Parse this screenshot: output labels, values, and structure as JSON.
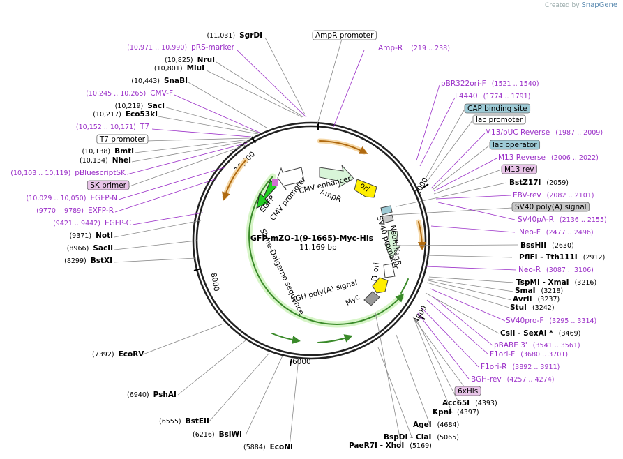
{
  "header": {
    "created_by": "Created by",
    "brand": "SnapGene"
  },
  "plasmid": {
    "name": "GFP-mZO-1(9-1665)-Myc-His",
    "length": "11,169 bp"
  },
  "ticks": [
    "2000",
    "4000",
    "6000",
    "8000",
    "10,000"
  ],
  "features": [
    "AmpR promoter",
    "AmpR",
    "ori",
    "CMV enhancer",
    "CMV promoter",
    "EGFP",
    "Shine-Dalgarno sequence",
    "bGH poly(A) signal",
    "Myc",
    "f1 ori",
    "SV40 promoter",
    "NeoR/KanR"
  ],
  "left_labels": [
    {
      "pos": "(11,031)",
      "name": "SgrDI",
      "kind": "enzyme"
    },
    {
      "pos": "(10,971 .. 10,990)",
      "name": "pRS-marker",
      "kind": "primer"
    },
    {
      "pos": "(10,825)",
      "name": "NruI",
      "kind": "enzyme"
    },
    {
      "pos": "(10,801)",
      "name": "MluI",
      "kind": "enzyme"
    },
    {
      "pos": "(10,443)",
      "name": "SnaBI",
      "kind": "enzyme"
    },
    {
      "pos": "(10,245 .. 10,265)",
      "name": "CMV-F",
      "kind": "primer"
    },
    {
      "pos": "(10,219)",
      "name": "SacI",
      "kind": "enzyme"
    },
    {
      "pos": "(10,217)",
      "name": "Eco53kI",
      "kind": "enzyme"
    },
    {
      "pos": "(10,152 .. 10,171)",
      "name": "T7",
      "kind": "primer"
    },
    {
      "pos": "",
      "name": "T7 promoter",
      "kind": "box-white"
    },
    {
      "pos": "(10,138)",
      "name": "BmtI",
      "kind": "enzyme"
    },
    {
      "pos": "(10,134)",
      "name": "NheI",
      "kind": "enzyme"
    },
    {
      "pos": "(10,103 .. 10,119)",
      "name": "pBluescriptSK",
      "kind": "primer"
    },
    {
      "pos": "",
      "name": "SK primer",
      "kind": "box-pink"
    },
    {
      "pos": "(10,029 .. 10,050)",
      "name": "EGFP-N",
      "kind": "primer"
    },
    {
      "pos": "(9770 .. 9789)",
      "name": "EXFP-R",
      "kind": "primer"
    },
    {
      "pos": "(9421 .. 9442)",
      "name": "EGFP-C",
      "kind": "primer"
    },
    {
      "pos": "(9371)",
      "name": "NotI",
      "kind": "enzyme"
    },
    {
      "pos": "(8966)",
      "name": "SacII",
      "kind": "enzyme"
    },
    {
      "pos": "(8299)",
      "name": "BstXI",
      "kind": "enzyme"
    }
  ],
  "right_labels": [
    {
      "name": "pBR322ori-F",
      "pos": "(1521 .. 1540)",
      "kind": "primer"
    },
    {
      "name": "L4440",
      "pos": "(1774 .. 1791)",
      "kind": "primer"
    },
    {
      "name": "CAP binding site",
      "pos": "",
      "kind": "box-teal"
    },
    {
      "name": "lac promoter",
      "pos": "",
      "kind": "box-white"
    },
    {
      "name": "M13/pUC Reverse",
      "pos": "(1987 .. 2009)",
      "kind": "primer"
    },
    {
      "name": "lac operator",
      "pos": "",
      "kind": "box-teal"
    },
    {
      "name": "M13 Reverse",
      "pos": "(2006 .. 2022)",
      "kind": "primer"
    },
    {
      "name": "M13 rev",
      "pos": "",
      "kind": "box-pink"
    },
    {
      "name": "BstZ17I",
      "pos": "(2059)",
      "kind": "enzyme"
    },
    {
      "name": "EBV-rev",
      "pos": "(2082 .. 2101)",
      "kind": "primer"
    },
    {
      "name": "SV40 poly(A) signal",
      "pos": "",
      "kind": "box-gray"
    },
    {
      "name": "SV40pA-R",
      "pos": "(2136 .. 2155)",
      "kind": "primer"
    },
    {
      "name": "Neo-F",
      "pos": "(2477 .. 2496)",
      "kind": "primer"
    },
    {
      "name": "BssHII",
      "pos": "(2630)",
      "kind": "enzyme"
    },
    {
      "name": "PflFI  - Tth111I",
      "pos": "(2912)",
      "kind": "enzyme"
    },
    {
      "name": "Neo-R",
      "pos": "(3087 .. 3106)",
      "kind": "primer"
    },
    {
      "name": "TspMI  - XmaI",
      "pos": "(3216)",
      "kind": "enzyme"
    },
    {
      "name": "SmaI",
      "pos": "(3218)",
      "kind": "enzyme"
    },
    {
      "name": "AvrII",
      "pos": "(3237)",
      "kind": "enzyme"
    },
    {
      "name": "StuI",
      "pos": "(3242)",
      "kind": "enzyme"
    },
    {
      "name": "SV40pro-F",
      "pos": "(3295 .. 3314)",
      "kind": "primer"
    },
    {
      "name": "CsiI  - SexAI *",
      "pos": "(3469)",
      "kind": "enzyme"
    },
    {
      "name": "pBABE 3'",
      "pos": "(3541 .. 3561)",
      "kind": "primer"
    },
    {
      "name": "F1ori-F",
      "pos": "(3680 .. 3701)",
      "kind": "primer"
    },
    {
      "name": "F1ori-R",
      "pos": "(3892 .. 3911)",
      "kind": "primer"
    },
    {
      "name": "BGH-rev",
      "pos": "(4257 .. 4274)",
      "kind": "primer"
    },
    {
      "name": "6xHis",
      "pos": "",
      "kind": "box-pink"
    }
  ],
  "top_labels": [
    {
      "name": "AmpR promoter",
      "pos": "",
      "kind": "box-white"
    },
    {
      "name": "Amp-R",
      "pos": "(219 .. 238)",
      "kind": "primer"
    }
  ],
  "bottom_labels": [
    {
      "pos": "(7392)",
      "name": "EcoRV",
      "kind": "enzyme"
    },
    {
      "pos": "(6940)",
      "name": "PshAI",
      "kind": "enzyme"
    },
    {
      "pos": "(6555)",
      "name": "BstEII",
      "kind": "enzyme"
    },
    {
      "pos": "(6216)",
      "name": "BsiWI",
      "kind": "enzyme"
    },
    {
      "pos": "(5884)",
      "name": "EcoNI",
      "kind": "enzyme"
    },
    {
      "name": "PaeR7I  - XhoI",
      "pos": "(5169)",
      "kind": "enzyme"
    },
    {
      "name": "BspDI  - ClaI",
      "pos": "(5065)",
      "kind": "enzyme"
    },
    {
      "name": "AgeI",
      "pos": "(4684)",
      "kind": "enzyme"
    },
    {
      "name": "KpnI",
      "pos": "(4397)",
      "kind": "enzyme"
    },
    {
      "name": "Acc65I",
      "pos": "(4393)",
      "kind": "enzyme"
    }
  ],
  "colors": {
    "enzyme": "#000000",
    "primer": "#9b30c8",
    "teal_box": "#9ecbd6",
    "pink_box": "#e8c4e8",
    "gray_box": "#c8c8c8",
    "line": "#888888",
    "primer_line": "#9b30c8",
    "egfp": "#22cc22",
    "ori": "#ffee00",
    "orange": "#e09a2a",
    "green_arc": "#3a8a2a"
  }
}
